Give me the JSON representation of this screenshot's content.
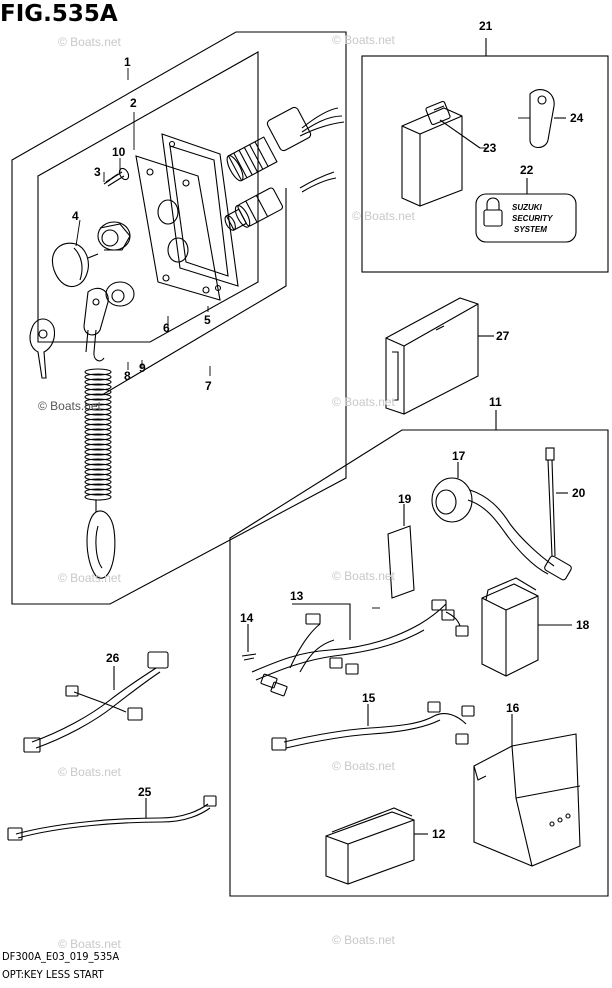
{
  "figure": {
    "title": "FIG.535A",
    "model_code": "DF300A_E03_019_535A",
    "option_caption": "OPT:KEY LESS START"
  },
  "watermark": "© Boats.net",
  "security_label": [
    "SUZUKI",
    "SECURITY",
    "SYSTEM"
  ],
  "callouts": {
    "n1": "1",
    "n2": "2",
    "n3": "3",
    "n4": "4",
    "n5": "5",
    "n6": "6",
    "n7": "7",
    "n8": "8",
    "n9": "9",
    "n10": "10",
    "n11": "11",
    "n12": "12",
    "n13": "13",
    "n14": "14",
    "n15": "15",
    "n16": "16",
    "n17": "17",
    "n18": "18",
    "n19": "19",
    "n20": "20",
    "n21": "21",
    "n22": "22",
    "n23": "23",
    "n24": "24",
    "n25": "25",
    "n26": "26",
    "n27": "27"
  },
  "colors": {
    "line": "#000000",
    "watermark": "#c8c8c8",
    "background": "#ffffff"
  }
}
